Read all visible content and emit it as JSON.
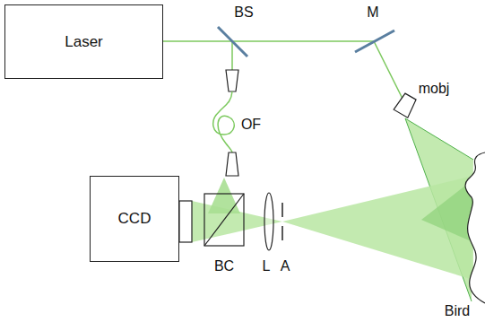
{
  "diagram": {
    "nodes": [
      {
        "text": [
          "Laser"
        ]
      },
      {
        "text": [
          "CCD"
        ]
      }
    ],
    "labels": [
      "BS",
      "M",
      "mobj",
      "OF",
      "BC",
      "L",
      "A",
      "Bird"
    ]
  }
}
